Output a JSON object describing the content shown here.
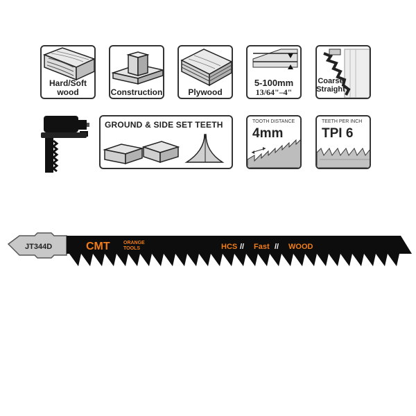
{
  "icons_row1": [
    {
      "name": "hard-soft-wood",
      "label_line1": "Hard/Soft",
      "label_line2": "wood"
    },
    {
      "name": "construction",
      "label": "Construction"
    },
    {
      "name": "plywood",
      "label": "Plywood"
    },
    {
      "name": "cut-depth",
      "label_line1": "5-100mm",
      "label_line2": "13/64\"–4\""
    },
    {
      "name": "coarse-straight",
      "label_line1": "Coarse",
      "label_line2": "Straight"
    }
  ],
  "icons_row2": {
    "teeth_type": "GROUND & SIDE SET TEETH",
    "tooth_distance_caption": "TOOTH DISTANCE",
    "tooth_distance_value": "4mm",
    "tpi_caption": "TEETH PER INCH",
    "tpi_value": "TPI 6"
  },
  "blade": {
    "model": "JT344D",
    "brand": "CMT",
    "brand_sub_line1": "ORANGE",
    "brand_sub_line2": "TOOLS",
    "material": "HCS",
    "speed": "Fast",
    "application": "WOOD",
    "colors": {
      "body": "#0d0d0d",
      "accent": "#f07d1a",
      "shank": "#c8c8c8"
    }
  }
}
